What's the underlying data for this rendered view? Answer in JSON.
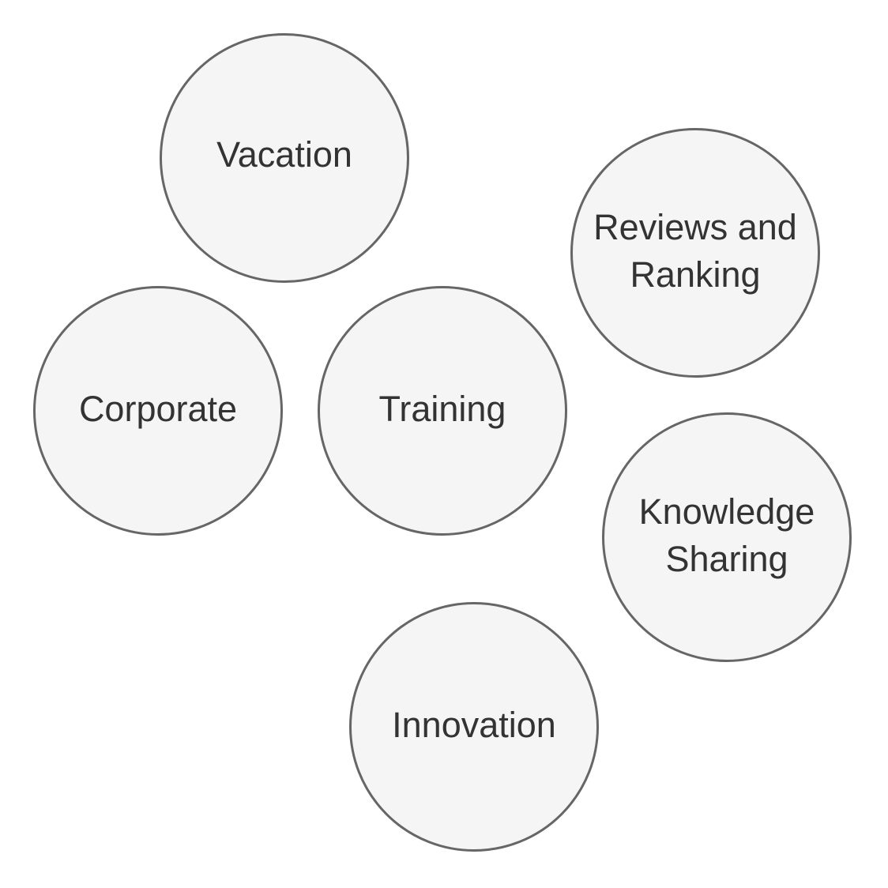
{
  "diagram": {
    "nodes": [
      {
        "id": "vacation",
        "label": "Vacation"
      },
      {
        "id": "reviews",
        "label": "Reviews and\nRanking"
      },
      {
        "id": "corporate",
        "label": "Corporate"
      },
      {
        "id": "training",
        "label": "Training"
      },
      {
        "id": "knowledge",
        "label": "Knowledge\nSharing"
      },
      {
        "id": "innovation",
        "label": "Innovation"
      }
    ],
    "colors": {
      "node_fill": "#f5f5f5",
      "node_stroke": "#666666",
      "text": "#333333",
      "background": "#ffffff"
    }
  }
}
